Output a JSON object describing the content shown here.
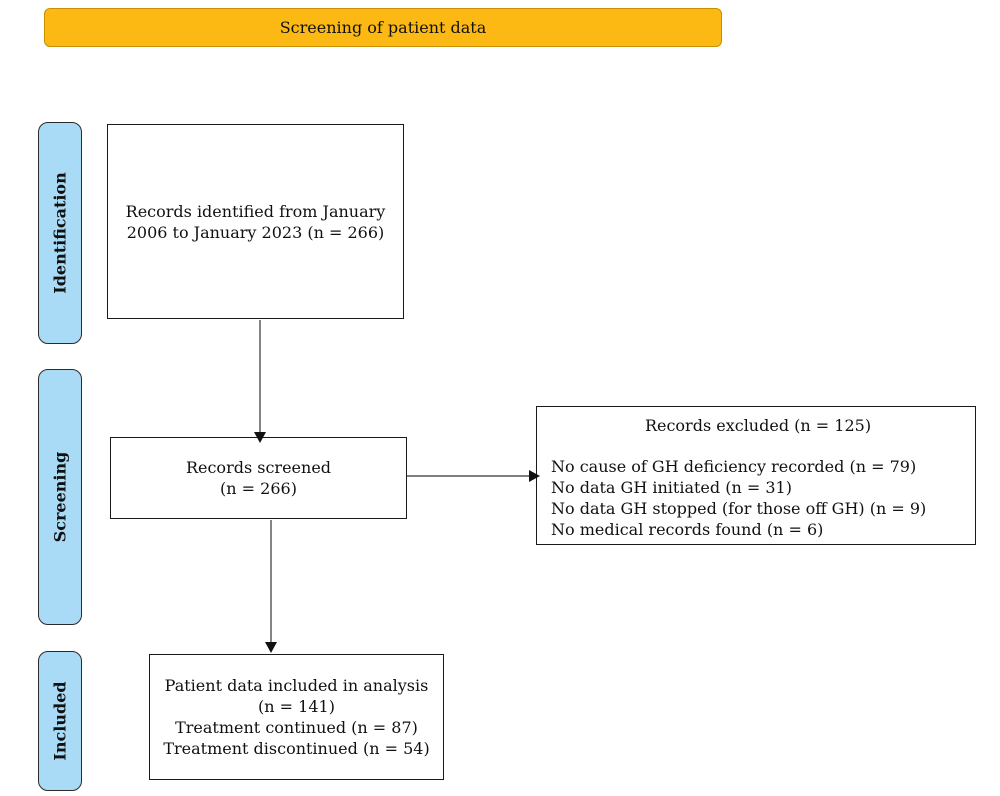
{
  "header": {
    "title": "Screening of patient data"
  },
  "stages": {
    "identification": "Identification",
    "screening": "Screening",
    "included": "Included"
  },
  "boxes": {
    "identified": {
      "lines": [
        "Records identified from January",
        "2006 to January 2023 (n = 266)"
      ]
    },
    "screened": {
      "lines": [
        "Records screened",
        "(n = 266)"
      ]
    },
    "excluded": {
      "heading": "Records excluded (n = 125)",
      "reasons": [
        "No cause of GH deficiency recorded (n = 79)",
        "No data GH initiated (n = 31)",
        "No data GH stopped (for those off GH) (n = 9)",
        "No medical records found (n = 6)"
      ]
    },
    "included": {
      "lines": [
        "Patient data included in analysis",
        "(n = 141)",
        "Treatment continued (n = 87)",
        "Treatment discontinued (n = 54)"
      ]
    }
  },
  "colors": {
    "header_fill": "#fdb913",
    "stage_fill": "#a9dbf7",
    "box_border": "#1a1a1a"
  }
}
